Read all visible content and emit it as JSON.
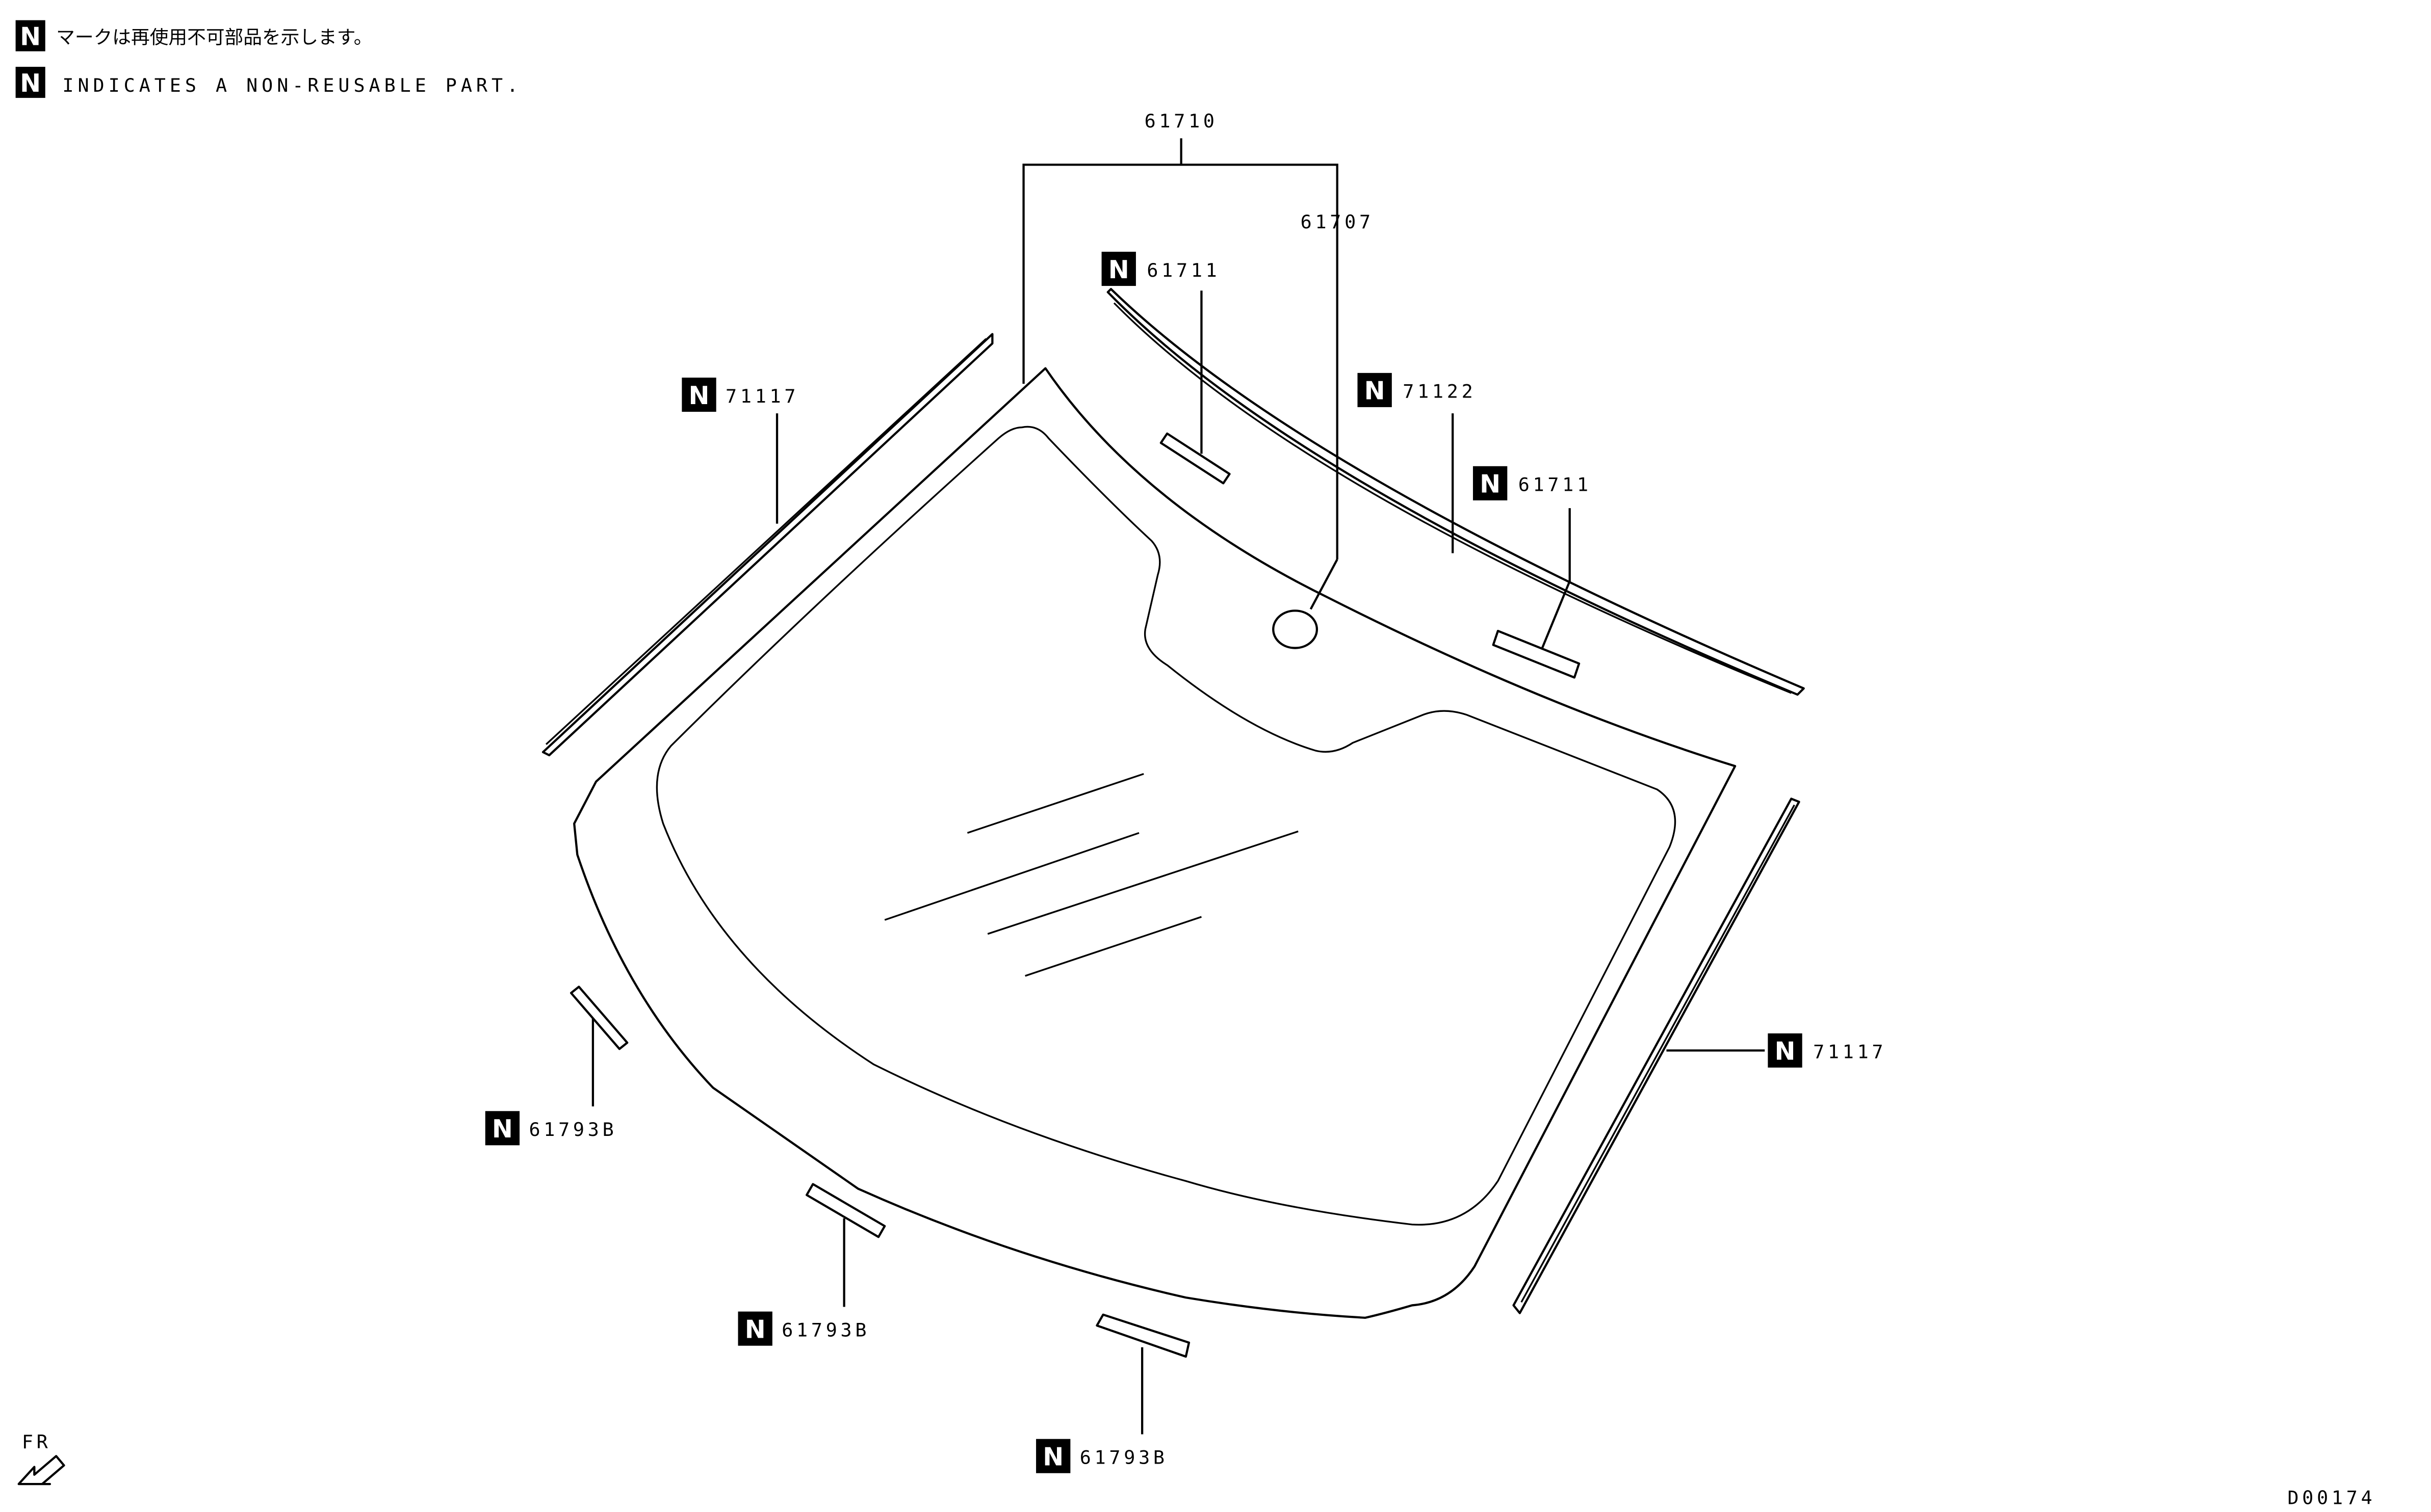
{
  "notes": {
    "mark_jp": "マークは再使用不可部品を示します。",
    "mark_en": "INDICATES A NON-REUSABLE PART.",
    "n_mark": "N"
  },
  "labels": {
    "windshield_assy": "61710",
    "mirror_base": "61707",
    "spacer_top_left": "61711",
    "spacer_top_right": "61711",
    "molding_upper": "71122",
    "molding_side_left": "71117",
    "molding_side_right": "71117",
    "stopper_left": "61793B",
    "stopper_center": "61793B",
    "stopper_right": "61793B"
  },
  "direction": {
    "label": "FR"
  },
  "drawing_code": "D00174"
}
